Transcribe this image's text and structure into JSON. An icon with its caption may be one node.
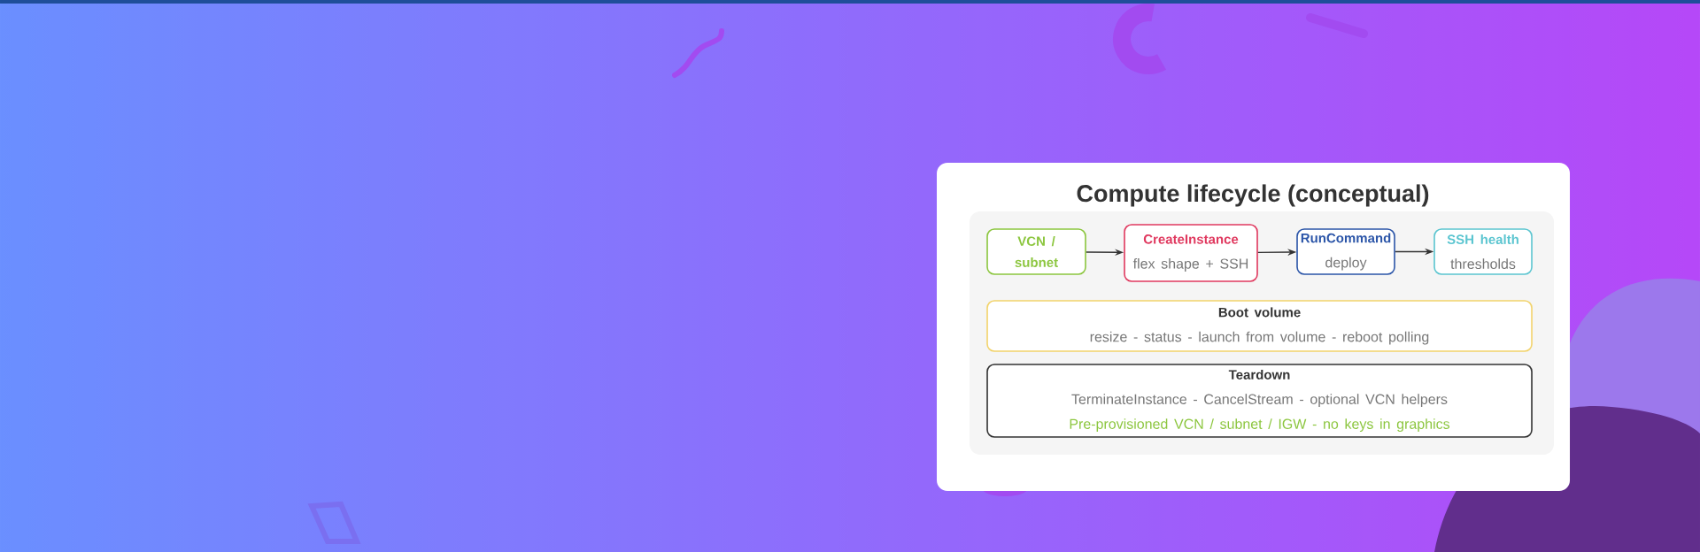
{
  "diagram": {
    "title": "Compute lifecycle (conceptual)",
    "nodes": [
      {
        "text": [
          "VCN / subnet"
        ]
      },
      {
        "text": [
          "CreateInstance",
          "flex shape + SSH"
        ]
      },
      {
        "text": [
          "RunCommand",
          "deploy"
        ]
      },
      {
        "text": [
          "SSH health",
          "thresholds"
        ]
      },
      {
        "text": [
          "Boot volume",
          "resize - status - launch from volume - reboot polling"
        ]
      },
      {
        "text": [
          "Teardown",
          "TerminateInstance - CancelStream - optional VCN helpers",
          "Pre-provisioned VCN / subnet / IGW - no keys in graphics"
        ]
      }
    ],
    "edges": [
      {
        "from": 0,
        "to": 1,
        "arrow": "to"
      },
      {
        "from": 1,
        "to": 2,
        "arrow": "to"
      },
      {
        "from": 2,
        "to": 3,
        "arrow": "to"
      }
    ]
  }
}
